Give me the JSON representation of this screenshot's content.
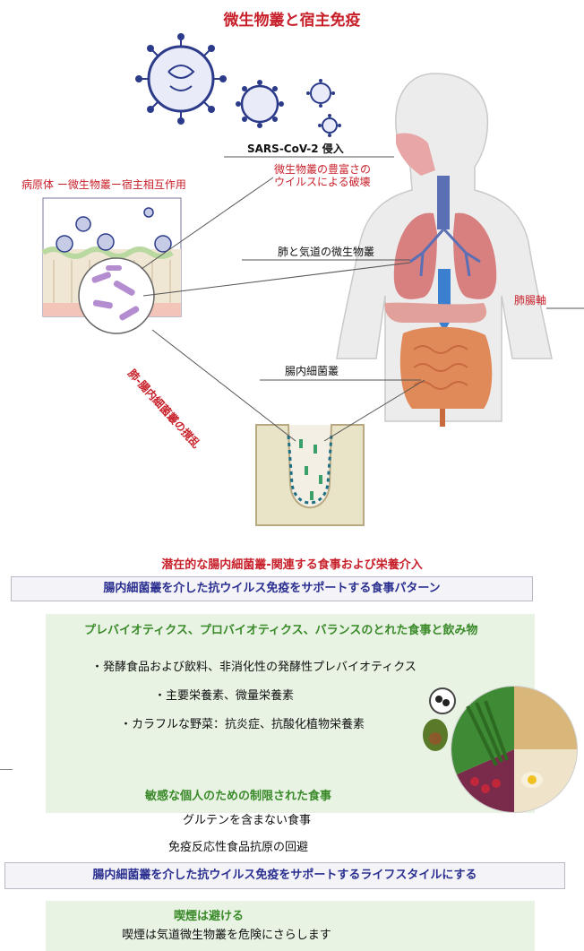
{
  "title": "微生物叢と宿主免疫",
  "labels": {
    "sars": "SARS-CoV-2",
    "invasion": "侵入",
    "destruction_l1": "微生物叢の豊富さの",
    "destruction_l2": "ウイルスによる破壊",
    "pathogen": "病原体 ー微生物叢ー宿主相互作用",
    "lung": "肺と気道の微生物叢",
    "gut_lung_axis": "肺腸軸",
    "gut": "腸内細菌叢",
    "disturbance": "肺-腸内細菌叢の撹乱"
  },
  "sections": {
    "heading": "潜在的な腸内細菌叢-関連する食事および栄養介入",
    "diet_box": "腸内細菌叢を介した抗ウイルス免疫をサポートする食事パターン",
    "prebiotics_heading": "プレバイオティクス、プロバイオティクス、バランスのとれた食事と飲み物",
    "bullets": [
      "・発酵食品および飲料、非消化性の発酵性プレバイオティクス",
      "・主要栄養素、微量栄養素",
      "・カラフルな野菜：抗炎症、抗酸化植物栄養素"
    ],
    "restricted_heading": "敏感な個人のための制限された食事",
    "gluten": "グルテンを含まない食事",
    "antigen": "免疫反応性食品抗原の回避",
    "lifestyle_box": "腸内細菌叢を介した抗ウイルス免疫をサポートするライフスタイルにする",
    "smoking_heading": "喫煙は避ける",
    "smoking_text": "喫煙は気道微生物叢を危険にさらします"
  },
  "colors": {
    "title_red": "#c8202a",
    "box_blue": "#2a2f8f",
    "heading_green": "#3a8a2a",
    "body_skin": "#ececec",
    "organ_red": "#d88080",
    "gut_orange": "#e08a5a",
    "virus_blue": "#2c3a8a",
    "arrow_blue": "#3b7fd0",
    "panel_green": "#e8f3e3"
  }
}
